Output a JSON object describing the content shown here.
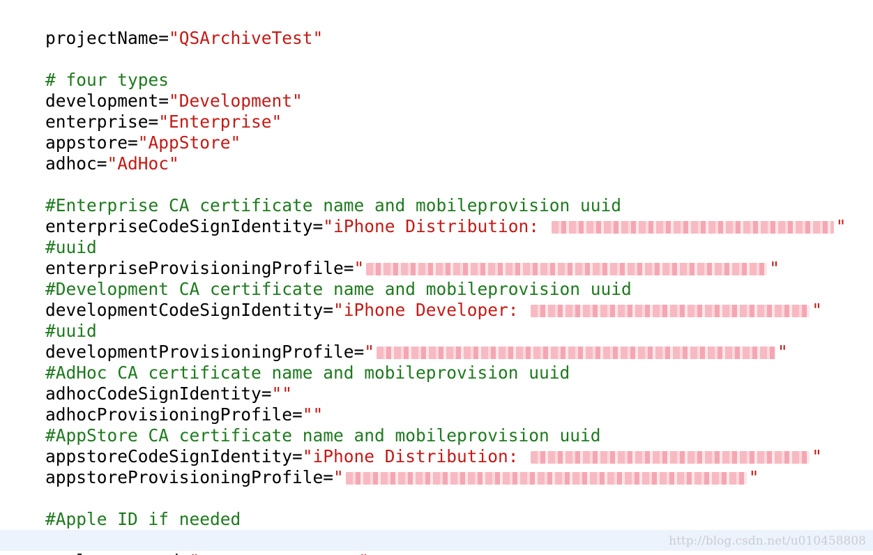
{
  "editor": {
    "lines": {
      "l0": {
        "key": "projectName=",
        "value": "\"QSArchiveTest\""
      },
      "l2": {
        "comment": "# four types"
      },
      "l3": {
        "key": "development=",
        "value": "\"Development\""
      },
      "l4": {
        "key": "enterprise=",
        "value": "\"Enterprise\""
      },
      "l5": {
        "key": "appstore=",
        "value": "\"AppStore\""
      },
      "l6": {
        "key": "adhoc=",
        "value": "\"AdHoc\""
      },
      "l8": {
        "comment": "#Enterprise CA certificate name and mobileprovision uuid"
      },
      "l9": {
        "key": "enterpriseCodeSignIdentity=",
        "value_open": "\"iPhone Distribution: ",
        "value_close": "\""
      },
      "l10": {
        "comment": "#uuid"
      },
      "l11": {
        "key": "enterpriseProvisioningProfile=",
        "value_open": "\"",
        "value_close": "\""
      },
      "l12": {
        "comment": "#Development CA certificate name and mobileprovision uuid"
      },
      "l13": {
        "key": "developmentCodeSignIdentity=",
        "value_open": "\"iPhone Developer: ",
        "value_close": "\""
      },
      "l14": {
        "comment": "#uuid"
      },
      "l15": {
        "key": "developmentProvisioningProfile=",
        "value_open": "\"",
        "value_close": "\""
      },
      "l16": {
        "comment": "#AdHoc CA certificate name and mobileprovision uuid"
      },
      "l17": {
        "key": "adhocCodeSignIdentity=",
        "value": "\"\""
      },
      "l18": {
        "key": "adhocProvisioningProfile=",
        "value": "\"\""
      },
      "l19": {
        "comment": "#AppStore CA certificate name and mobileprovision uuid"
      },
      "l20": {
        "key": "appstoreCodeSignIdentity=",
        "value_open": "\"iPhone Distribution: ",
        "value_close": "\""
      },
      "l21": {
        "key": "appstoreProvisioningProfile=",
        "value_open": "\"",
        "value_close": "\""
      },
      "l23": {
        "comment": "#Apple ID if needed"
      },
      "l24": {
        "key": "appleid=",
        "value_open": "\"",
        "value_close": "\""
      },
      "l25": {
        "key": "applepassword=",
        "value_open": "\"",
        "value_close": "\""
      }
    }
  },
  "watermark": "http://blog.csdn.net/u010458808",
  "colors": {
    "string": "#c41a16",
    "comment": "#1e7a1e",
    "text": "#000000",
    "current_line": "#edf3fd",
    "redaction": "#f7b6bf",
    "watermark": "#c9ccd2"
  }
}
